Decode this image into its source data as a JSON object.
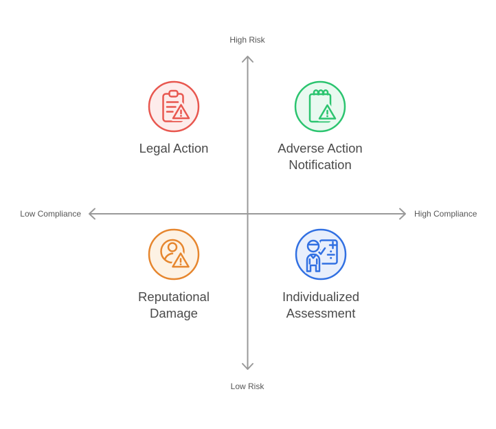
{
  "diagram_type": "quadrant-matrix",
  "axes": {
    "vertical_top": "High Risk",
    "vertical_bottom": "Low Risk",
    "horizontal_left": "Low Compliance",
    "horizontal_right": "High Compliance",
    "line_color": "#999999"
  },
  "quadrants": {
    "top_left": {
      "label": "Legal Action",
      "lines": [
        "Legal Action"
      ],
      "icon": "clipboard-warning-icon",
      "accent_color": "#e8574f",
      "fill_color": "#fdeceb"
    },
    "top_right": {
      "label": "Adverse Action Notification",
      "lines": [
        "Adverse Action",
        "Notification"
      ],
      "icon": "notepad-warning-icon",
      "accent_color": "#2bc46f",
      "fill_color": "#e9f9f0"
    },
    "bottom_left": {
      "label": "Reputational Damage",
      "lines": [
        "Reputational",
        "Damage"
      ],
      "icon": "user-warning-icon",
      "accent_color": "#e6862e",
      "fill_color": "#fdf2e4"
    },
    "bottom_right": {
      "label": "Individualized Assessment",
      "lines": [
        "Individualized",
        "Assessment"
      ],
      "icon": "person-assessment-icon",
      "accent_color": "#3170e2",
      "fill_color": "#e8effc"
    }
  },
  "colors": {
    "axis_line": "#999999",
    "axis_text": "#555555",
    "label_text": "#4a4a4a",
    "background": "#ffffff"
  }
}
